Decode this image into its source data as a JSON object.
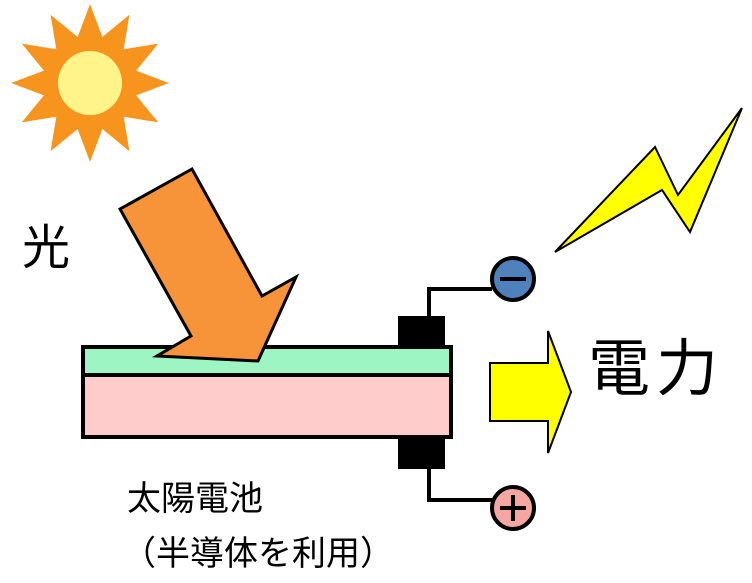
{
  "labels": {
    "light": "光",
    "power": "電力",
    "cell_name": "太陽電池",
    "cell_note": "（半導体を利用）"
  },
  "terminals": {
    "negative_symbol": "−",
    "positive_symbol": "+"
  },
  "icons": {
    "sun": "sun-icon",
    "light_arrow": "arrow-down-right-icon",
    "power_arrow": "arrow-right-icon",
    "lightning": "lightning-bolt-icon"
  },
  "colors": {
    "sun_rays": "#F7941D",
    "sun_core": "#FFF48A",
    "light_arrow": "#F7943A",
    "cell_top_layer": "#9EF5C4",
    "cell_bottom_layer": "#FFCCCC",
    "electrode": "#000000",
    "negative_terminal": "#4F81BD",
    "positive_terminal": "#F4A6A0",
    "power_arrow": "#FFFF00",
    "lightning": "#FFFF00"
  }
}
